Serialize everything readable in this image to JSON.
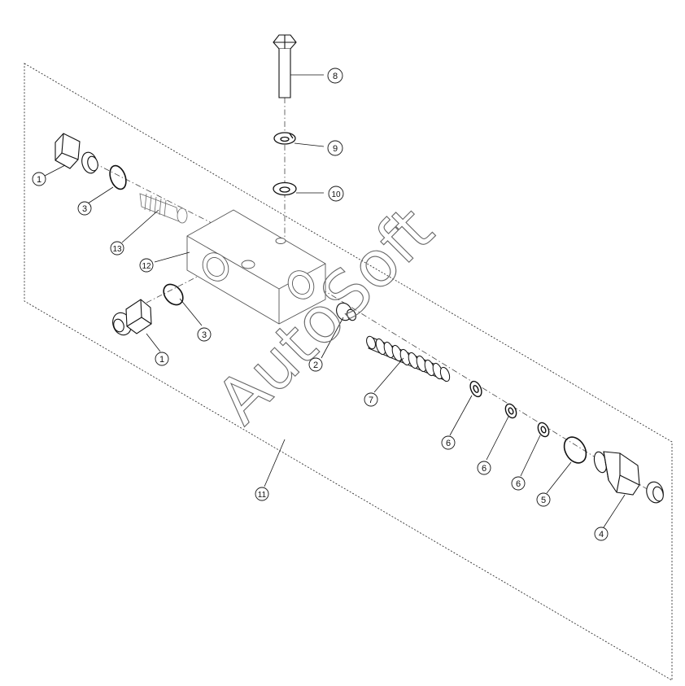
{
  "diagram": {
    "watermark": "AutoSoft",
    "callouts": {
      "fitting_top_left": "1",
      "fitting_lower_left": "1",
      "poppet": "2",
      "oring_top": "3",
      "oring_lower": "3",
      "end_fitting": "4",
      "oring_right": "5",
      "shim_a": "6",
      "shim_b": "6",
      "shim_c": "6",
      "spring": "7",
      "bolt": "8",
      "lock_washer": "9",
      "flat_washer": "10",
      "mounting_plane": "11",
      "valve_body": "12",
      "cartridge": "13"
    }
  }
}
